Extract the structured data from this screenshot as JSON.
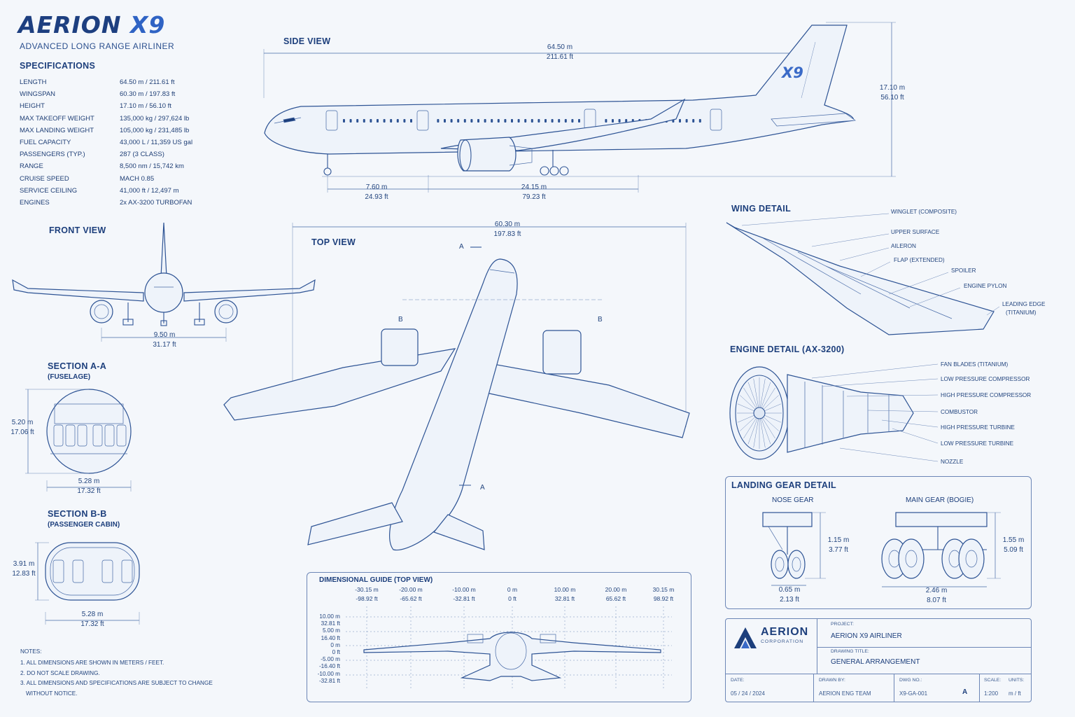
{
  "header": {
    "brand": "AERION",
    "model": "X9",
    "subtitle": "ADVANCED LONG RANGE AIRLINER"
  },
  "specifications": {
    "title": "SPECIFICATIONS",
    "rows": [
      {
        "label": "LENGTH",
        "value": "64.50 m / 211.61 ft"
      },
      {
        "label": "WINGSPAN",
        "value": "60.30 m / 197.83 ft"
      },
      {
        "label": "HEIGHT",
        "value": "17.10 m / 56.10 ft"
      },
      {
        "label": "MAX TAKEOFF WEIGHT",
        "value": "135,000 kg / 297,624 lb"
      },
      {
        "label": "MAX LANDING WEIGHT",
        "value": "105,000 kg / 231,485 lb"
      },
      {
        "label": "FUEL CAPACITY",
        "value": "43,000 L / 11,359 US gal"
      },
      {
        "label": "PASSENGERS (TYP.)",
        "value": "287 (3 CLASS)"
      },
      {
        "label": "RANGE",
        "value": "8,500 nm / 15,742 km"
      },
      {
        "label": "CRUISE SPEED",
        "value": "MACH 0.85"
      },
      {
        "label": "SERVICE CEILING",
        "value": "41,000 ft / 12,497 m"
      },
      {
        "label": "ENGINES",
        "value": "2x AX-3200 TURBOFAN"
      }
    ]
  },
  "side_view": {
    "title": "SIDE VIEW",
    "tail_mark": "X9",
    "length_m": "64.50 m",
    "length_ft": "211.61 ft",
    "height_m": "17.10 m",
    "height_ft": "56.10 ft",
    "nose_to_main_m": "7.60 m",
    "nose_to_main_ft": "24.93 ft",
    "wheelbase_m": "24.15 m",
    "wheelbase_ft": "79.23 ft"
  },
  "front_view": {
    "title": "FRONT VIEW",
    "track_m": "9.50 m",
    "track_ft": "31.17 ft"
  },
  "top_view": {
    "title": "TOP VIEW",
    "span_m": "60.30 m",
    "span_ft": "197.83 ft",
    "cut_a": "A",
    "cut_b": "B"
  },
  "section_aa": {
    "title": "SECTION A-A",
    "subtitle": "(FUSELAGE)",
    "height_m": "5.20 m",
    "height_ft": "17.06 ft",
    "width_m": "5.28 m",
    "width_ft": "17.32 ft"
  },
  "section_bb": {
    "title": "SECTION B-B",
    "subtitle": "(PASSENGER CABIN)",
    "height_m": "3.91 m",
    "height_ft": "12.83 ft",
    "width_m": "5.28 m",
    "width_ft": "17.32 ft"
  },
  "wing_detail": {
    "title": "WING DETAIL",
    "labels": [
      "WINGLET (COMPOSITE)",
      "UPPER SURFACE",
      "AILERON",
      "FLAP (EXTENDED)",
      "SPOILER",
      "ENGINE PYLON",
      "LEADING EDGE",
      "(TITANIUM)"
    ]
  },
  "engine_detail": {
    "title": "ENGINE DETAIL (AX-3200)",
    "labels": [
      "FAN BLADES (TITANIUM)",
      "LOW PRESSURE COMPRESSOR",
      "HIGH PRESSURE COMPRESSOR",
      "COMBUSTOR",
      "HIGH PRESSURE TURBINE",
      "LOW PRESSURE TURBINE",
      "NOZZLE"
    ]
  },
  "landing_gear": {
    "title": "LANDING GEAR DETAIL",
    "nose_title": "NOSE GEAR",
    "main_title": "MAIN GEAR (BOGIE)",
    "nose_h_m": "1.15 m",
    "nose_h_ft": "3.77 ft",
    "nose_w_m": "0.65 m",
    "nose_w_ft": "2.13 ft",
    "main_h_m": "1.55 m",
    "main_h_ft": "5.09 ft",
    "main_w_m": "2.46 m",
    "main_w_ft": "8.07 ft"
  },
  "dimensional_guide": {
    "title": "DIMENSIONAL GUIDE (TOP VIEW)",
    "x_m": [
      "-30.15 m",
      "-20.00 m",
      "-10.00 m",
      "0 m",
      "10.00 m",
      "20.00 m",
      "30.15 m"
    ],
    "x_ft": [
      "-98.92 ft",
      "-65.62 ft",
      "-32.81 ft",
      "0 ft",
      "32.81 ft",
      "65.62 ft",
      "98.92 ft"
    ],
    "y_labels": [
      "10.00 m",
      "32.81 ft",
      "5.00 m",
      "16.40 ft",
      "0 m",
      "0 ft",
      "-5.00 m",
      "-16.40 ft",
      "-10.00 m",
      "-32.81 ft"
    ]
  },
  "notes": {
    "title": "NOTES:",
    "items": [
      "1. ALL DIMENSIONS ARE SHOWN IN METERS / FEET.",
      "2. DO NOT SCALE DRAWING.",
      "3. ALL DIMENSIONS AND SPECIFICATIONS ARE SUBJECT TO CHANGE",
      "WITHOUT NOTICE."
    ]
  },
  "title_block": {
    "company": "AERION",
    "company_sub": "CORPORATION",
    "project_label": "PROJECT:",
    "project": "AERION X9 AIRLINER",
    "drawing_title_label": "DRAWING TITLE:",
    "drawing_title": "GENERAL ARRANGEMENT",
    "date_label": "DATE:",
    "date": "05 / 24 / 2024",
    "drawn_by_label": "DRAWN BY:",
    "drawn_by": "AERION ENG TEAM",
    "dwg_label": "DWG NO.:",
    "dwg": "X9-GA-001",
    "rev": "A",
    "scale_label": "SCALE:",
    "scale": "1:200",
    "units_label": "UNITS:",
    "units": "m / ft"
  }
}
